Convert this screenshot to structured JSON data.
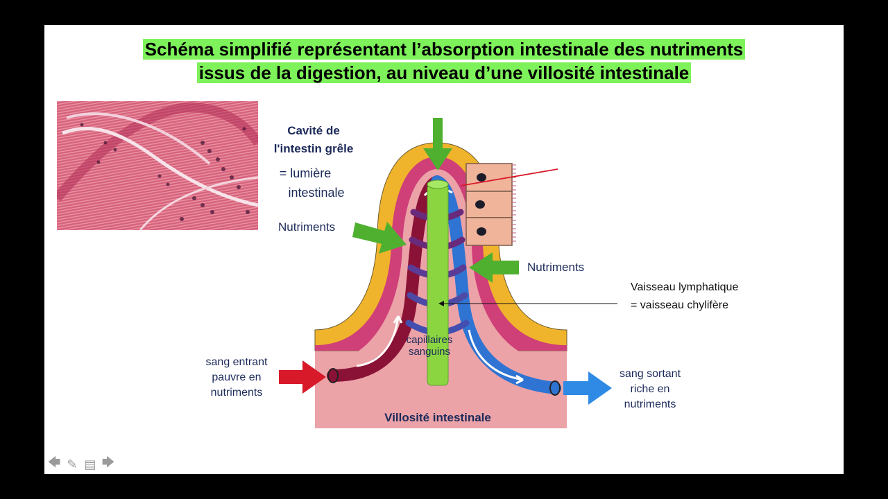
{
  "title": {
    "line1": "Schéma simplifié représentant l’absorption intestinale des nutriments",
    "line2": "issus de la digestion, au niveau d’une villosité intestinale"
  },
  "colors": {
    "title_highlight": "#7ef25a",
    "lumen_layer": "#f0b42c",
    "epithelium": "#cf3f78",
    "core": "#eba3a8",
    "artery": "#8a1236",
    "vein": "#2f74d2",
    "lymphatic": "#8bd640",
    "nutrient_arrow": "#4fb030",
    "blood_in_arrow": "#d8192a",
    "blood_out_arrow": "#2f8ae6",
    "label_text": "#1c2a5a"
  },
  "labels": {
    "cavity_line1": "Cavité de",
    "cavity_line2": "l'intestin grêle",
    "lumen_line1": "= lumière",
    "lumen_line2": "intestinale",
    "nutrients_left": "Nutriments",
    "nutrients_right": "Nutriments",
    "lymph_line1": "Vaisseau lymphatique",
    "lymph_line2": "= vaisseau chylifère",
    "capillaries_line1": "capillaires",
    "capillaries_line2": "sanguins",
    "blood_in_line1": "sang entrant",
    "blood_in_line2": "pauvre en",
    "blood_in_line3": "nutriments",
    "blood_out_line1": "sang sortant",
    "blood_out_line2": "riche en",
    "blood_out_line3": "nutriments",
    "villus": "Villosité intestinale"
  },
  "nav": {
    "prev_icon": "arrow-left-icon",
    "pen_icon": "pencil-icon",
    "menu_icon": "slide-menu-icon",
    "next_icon": "arrow-right-icon",
    "prev_glyph": "🡄",
    "pen_glyph": "✎",
    "menu_glyph": "▤",
    "next_glyph": "🡆"
  }
}
